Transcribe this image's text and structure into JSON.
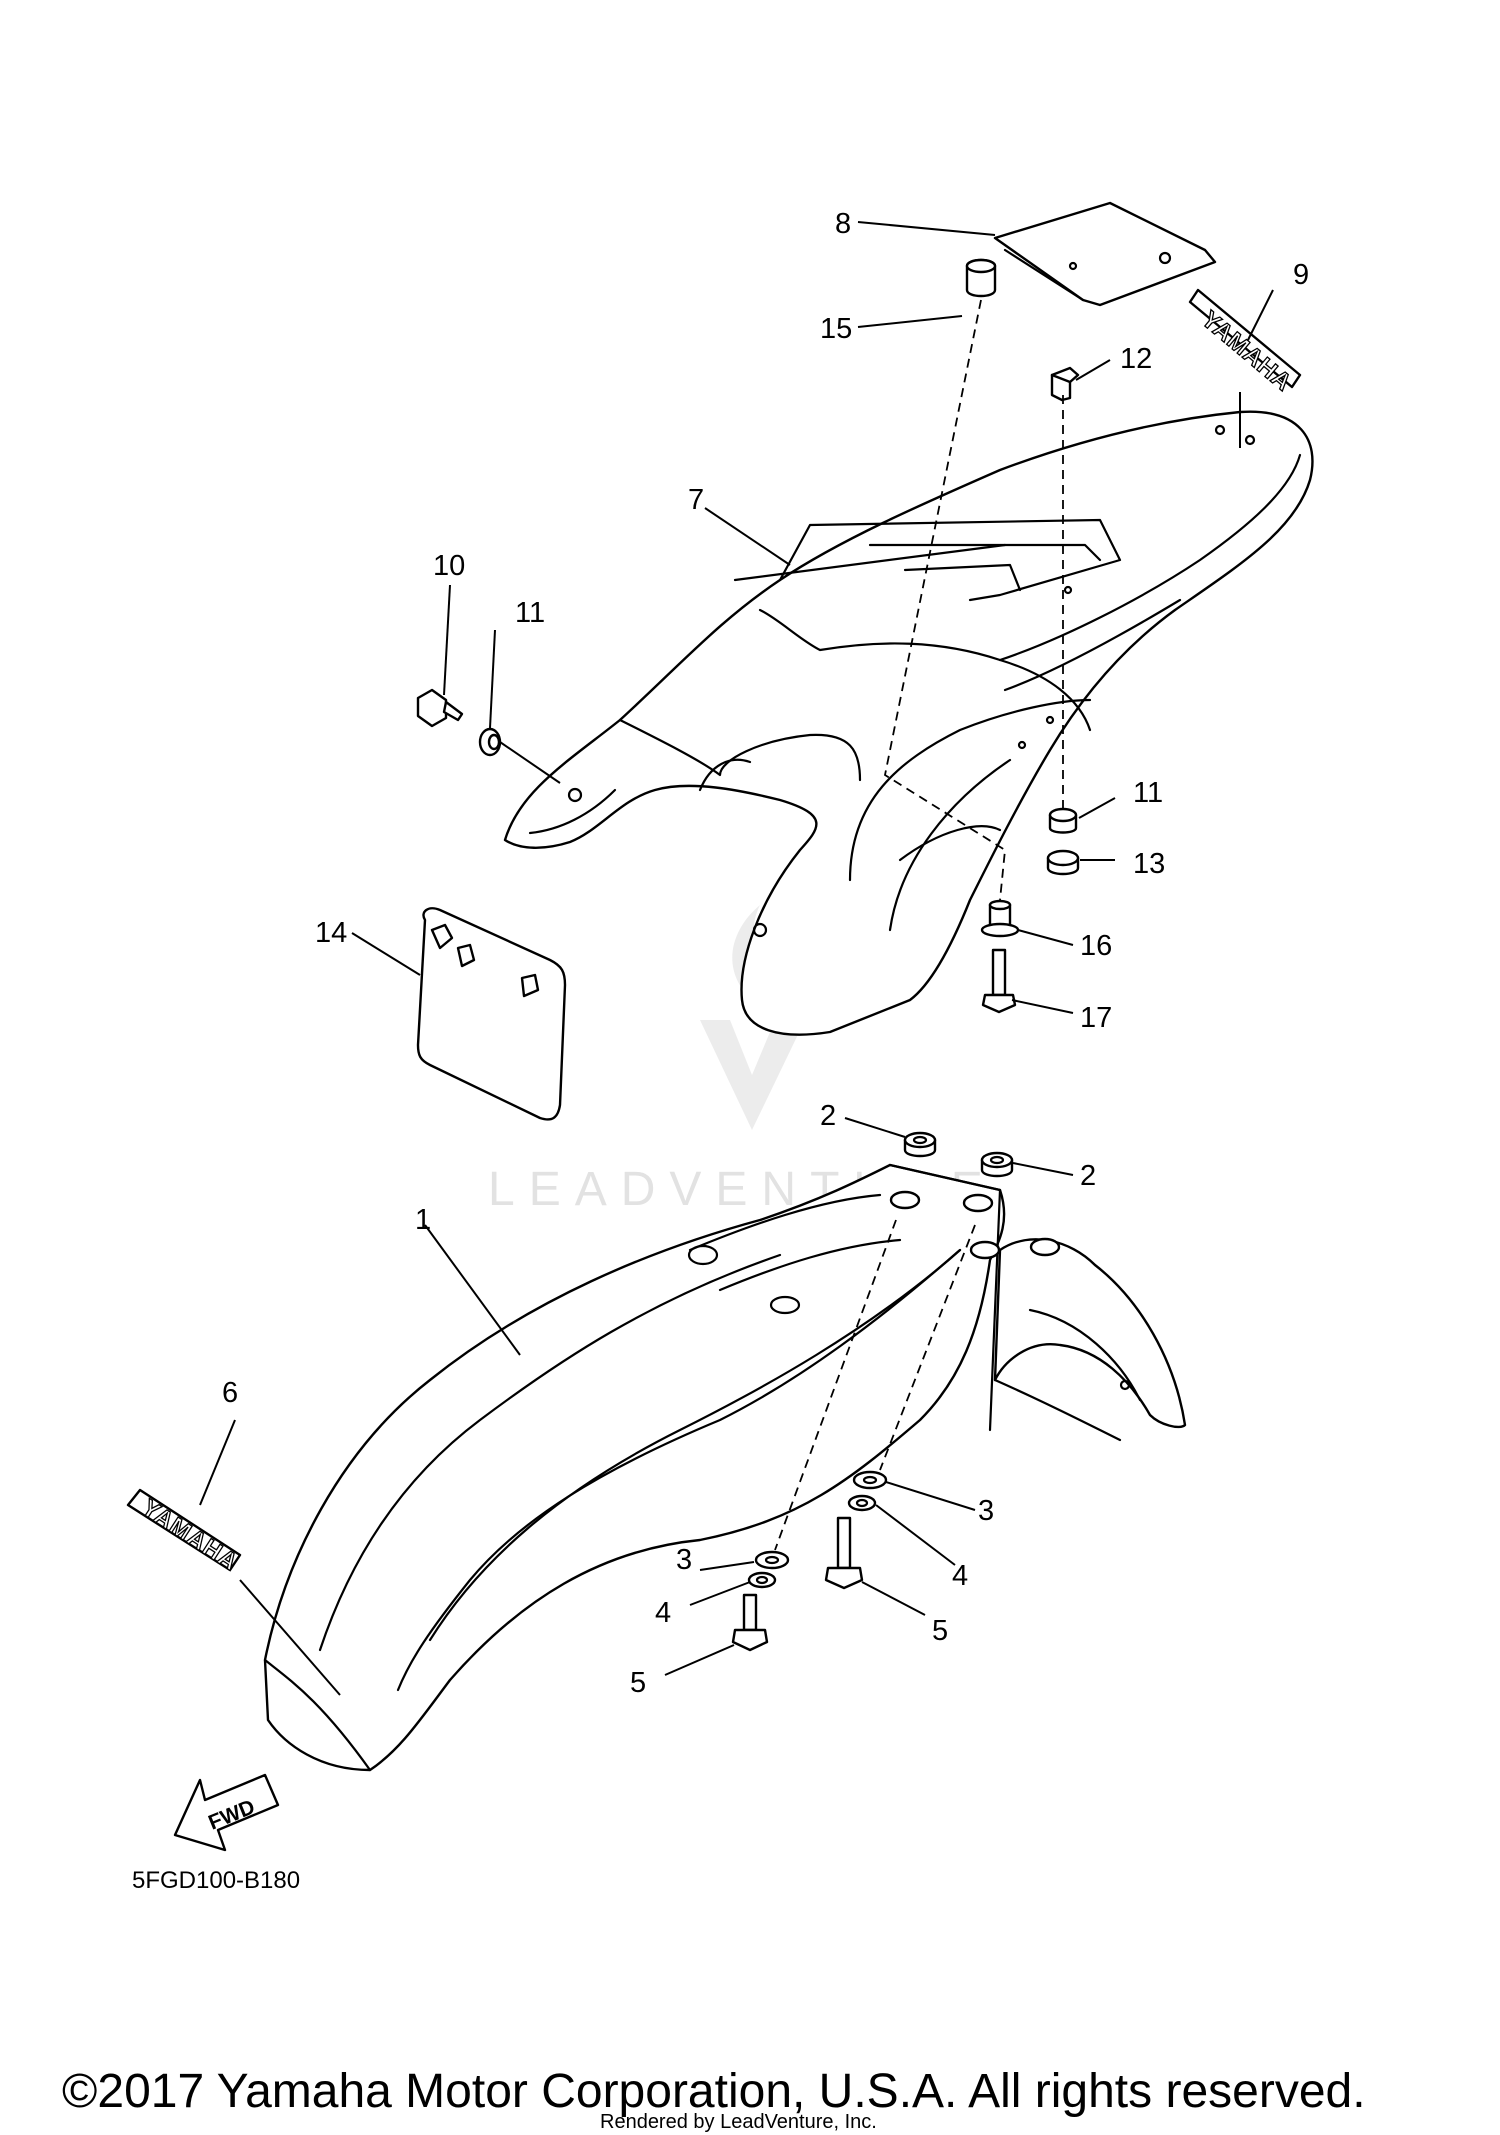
{
  "diagram": {
    "callouts": [
      {
        "num": "1",
        "name": "front-fender"
      },
      {
        "num": "2",
        "name": "grommet"
      },
      {
        "num": "3",
        "name": "washer"
      },
      {
        "num": "4",
        "name": "spring-washer"
      },
      {
        "num": "5",
        "name": "bolt"
      },
      {
        "num": "6",
        "name": "front-fender-yamaha-emblem"
      },
      {
        "num": "7",
        "name": "rear-fender"
      },
      {
        "num": "8",
        "name": "plate"
      },
      {
        "num": "9",
        "name": "rear-fender-yamaha-emblem"
      },
      {
        "num": "10",
        "name": "bolt"
      },
      {
        "num": "11",
        "name": "collar"
      },
      {
        "num": "12",
        "name": "damper"
      },
      {
        "num": "13",
        "name": "nut"
      },
      {
        "num": "14",
        "name": "number-plate"
      },
      {
        "num": "15",
        "name": "grommet"
      },
      {
        "num": "16",
        "name": "collar"
      },
      {
        "num": "17",
        "name": "bolt"
      }
    ],
    "decal_text": "YAMAHA",
    "fwd_arrow_text": "FWD",
    "diagram_code": "5FGD100-B180",
    "watermark_text": "LEADVENTURE"
  },
  "footer": {
    "copyright": "©2017 Yamaha Motor Corporation, U.S.A. All rights reserved.",
    "rendered_by": "Rendered by LeadVenture, Inc."
  }
}
